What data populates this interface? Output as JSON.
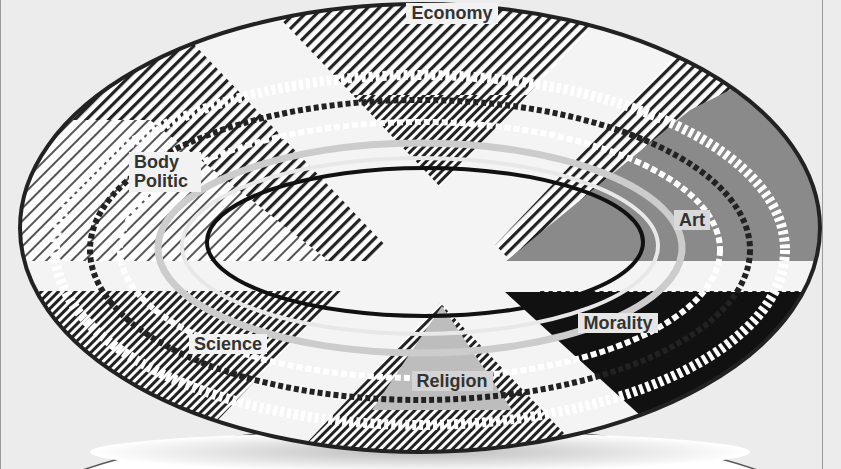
{
  "diagram": {
    "nodes": [
      {
        "text": [
          "Economy"
        ]
      },
      {
        "text": [
          "Body Politic"
        ]
      },
      {
        "text": [
          "Art"
        ]
      },
      {
        "text": [
          "Morality"
        ]
      },
      {
        "text": [
          "Science"
        ]
      },
      {
        "text": [
          "Religion"
        ]
      }
    ]
  }
}
